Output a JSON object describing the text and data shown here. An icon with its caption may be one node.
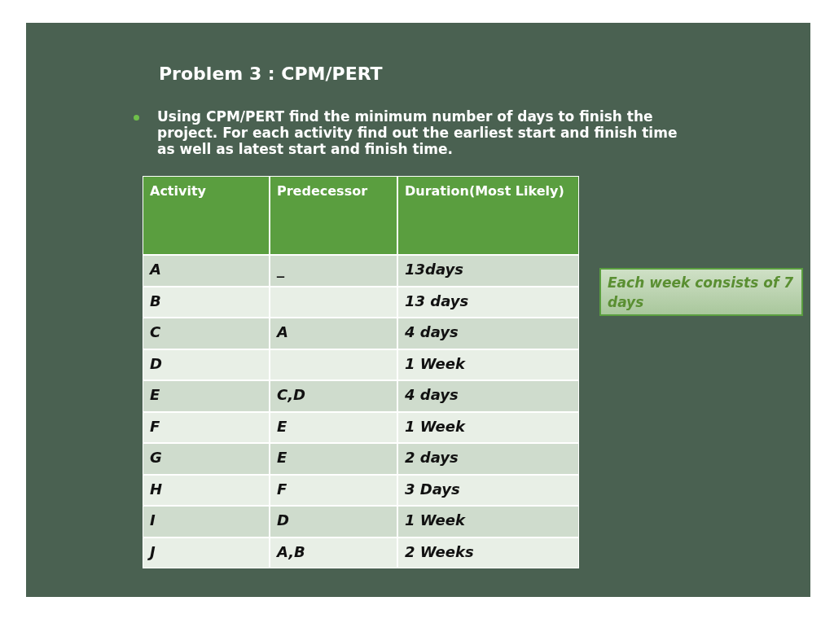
{
  "diagram": {
    "title": "Problem 3 : CPM/PERT",
    "nodes": [
      {
        "text": [
          "Each week consists of 7 days"
        ]
      }
    ],
    "labels": [
      "Using CPM/PERT find the minimum number of days to finish the project. For each activity find out the earliest start and finish time as well as latest start and finish time.",
      "Activity",
      "Predecessor",
      "Duration(Most Likely)",
      "A",
      "_",
      "13days",
      "B",
      "13 days",
      "C",
      "A",
      "4 days",
      "D",
      "1 Week",
      "E",
      "C,D",
      "4 days",
      "F",
      "E",
      "1 Week",
      "G",
      "E",
      "2 days",
      "H",
      "F",
      "3 Days",
      "I",
      "D",
      "1 Week",
      "J",
      "A,B",
      "2 Weeks"
    ]
  }
}
